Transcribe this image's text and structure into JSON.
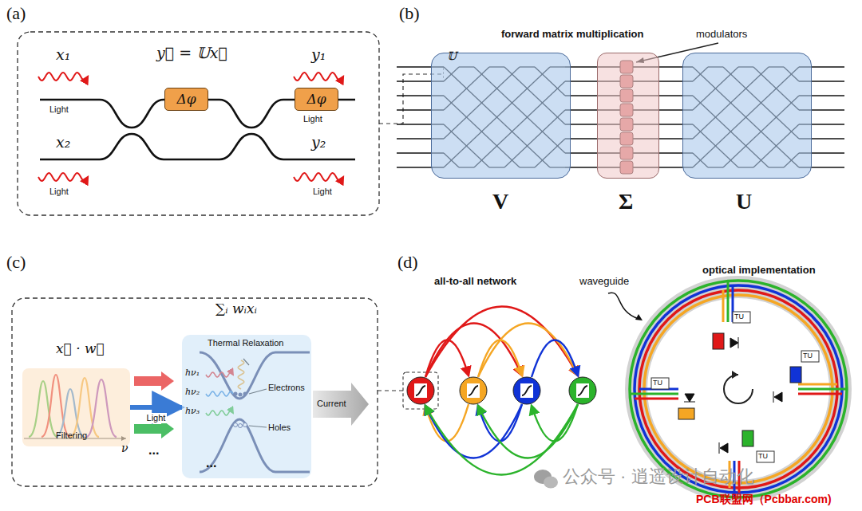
{
  "diagram": {
    "nodes": [
      {
        "text": [
          "V"
        ]
      },
      {
        "text": [
          "Σ"
        ]
      },
      {
        "text": [
          "U"
        ]
      },
      {
        "text": [
          "Δφ"
        ]
      },
      {
        "text": [
          "Δφ"
        ]
      },
      {
        "text": [
          "x⃗ · w⃗",
          "Filtering"
        ]
      },
      {
        "text": [
          "∑ᵢ wᵢxᵢ",
          "Thermal Relaxation",
          "Electrons",
          "Holes"
        ]
      }
    ],
    "edges": [
      {
        "from": 5,
        "to": 6,
        "arrow": "to",
        "label": "Light"
      }
    ],
    "labels": [
      "(a)",
      "x₁",
      "y⃗ = 𝕌x⃗",
      "y₁",
      "Light",
      "Light",
      "x₂",
      "y₂",
      "Light",
      "Light",
      "(b)",
      "𝕌",
      "forward matrix multiplication",
      "modulators",
      "(c)",
      "...",
      "...",
      "hν₁",
      "hν₂",
      "hν₃",
      "Current",
      "ν",
      "(d)",
      "all-to-all network",
      "waveguide",
      "optical implementation",
      "TU",
      "TU",
      "TU",
      "TU",
      "公众号 · 逍遥设计自动化",
      "PCB联盟网（Pcbbar.com)"
    ]
  }
}
